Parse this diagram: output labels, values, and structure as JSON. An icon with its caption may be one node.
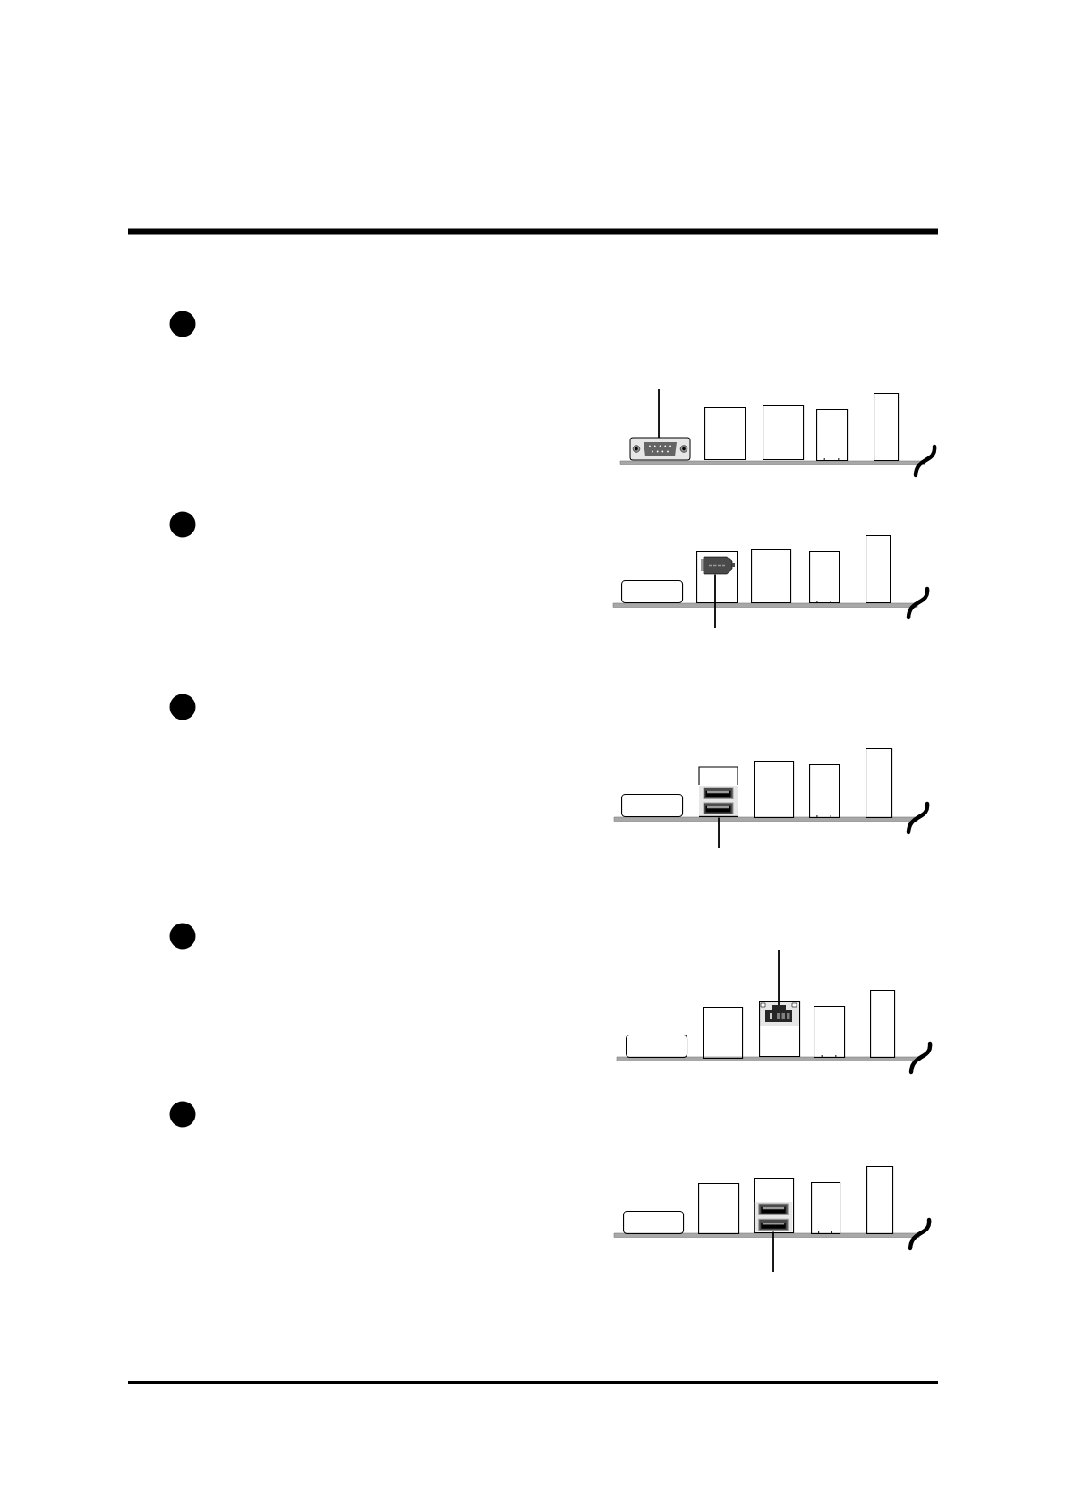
{
  "diagram": {
    "nodes": [
      {
        "text": [],
        "shape": "picture"
      },
      {
        "text": [],
        "shape": "box"
      },
      {
        "text": [],
        "shape": "box"
      },
      {
        "text": [],
        "shape": "box"
      },
      {
        "text": [],
        "shape": "box"
      },
      {
        "text": [],
        "shape": "box"
      },
      {
        "text": [],
        "shape": "box"
      },
      {
        "text": [],
        "shape": "picture",
        "in": 6
      },
      {
        "text": [],
        "shape": "box"
      },
      {
        "text": [],
        "shape": "box"
      },
      {
        "text": [],
        "shape": "box"
      },
      {
        "text": [],
        "shape": "box"
      },
      {
        "text": [],
        "shape": "picture"
      },
      {
        "text": [],
        "shape": "box"
      },
      {
        "text": [],
        "shape": "box"
      },
      {
        "text": [],
        "shape": "box"
      },
      {
        "text": [],
        "shape": "box"
      },
      {
        "text": [],
        "shape": "box"
      },
      {
        "text": [],
        "shape": "box"
      },
      {
        "text": [],
        "shape": "picture",
        "in": 18
      },
      {
        "text": [],
        "shape": "box"
      },
      {
        "text": [],
        "shape": "box"
      },
      {
        "text": [],
        "shape": "box"
      },
      {
        "text": [],
        "shape": "box"
      },
      {
        "text": [],
        "shape": "box"
      },
      {
        "text": [],
        "shape": "picture",
        "in": 24
      },
      {
        "text": [],
        "shape": "box"
      },
      {
        "text": [],
        "shape": "box"
      }
    ],
    "edges": [
      {
        "from": null,
        "to": 0,
        "arrow": "none"
      },
      {
        "from": null,
        "to": 7,
        "arrow": "none"
      },
      {
        "from": null,
        "to": 12,
        "arrow": "none"
      },
      {
        "from": null,
        "to": 19,
        "arrow": "none"
      },
      {
        "from": null,
        "to": 25,
        "arrow": "none"
      }
    ]
  }
}
